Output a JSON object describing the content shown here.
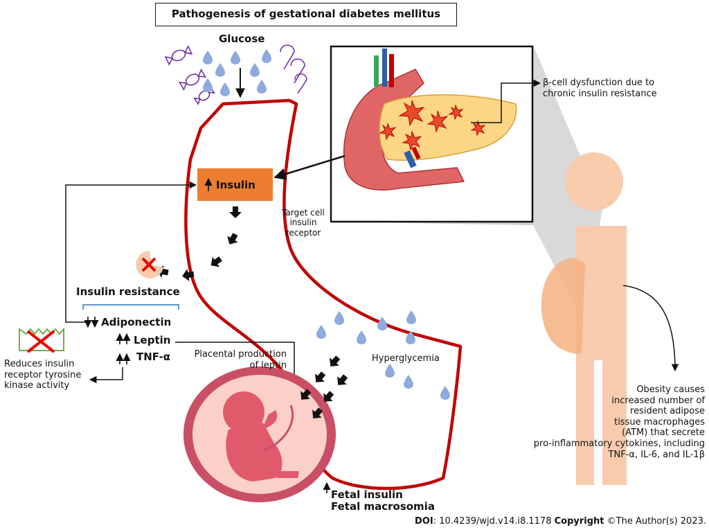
{
  "title": "Pathogenesis of gestational diabetes mellitus",
  "labels": {
    "glucose": "Glucose",
    "insulin": "Insulin",
    "insulin_resistance": "Insulin resistance",
    "adiponectin": "Adiponectin",
    "leptin": "Leptin",
    "tnf_alpha": "TNF-α",
    "target_cell_receptor": [
      "Target cell",
      "insulin",
      "receptor"
    ],
    "beta_cell": [
      "β-cell dysfunction due to",
      "chronic insulin resistance"
    ],
    "reduces_insulin": [
      "Reduces insulin",
      "receptor tyrosine",
      "kinase activity"
    ],
    "placental_production": [
      "Placental production",
      "of leptin"
    ],
    "hyperglycemia": "Hyperglycemia",
    "fetal_insulin": "Fetal insulin",
    "fetal_macrosomia": "Fetal macrosomia",
    "obesity": [
      "Obesity causes",
      "increased number of",
      "resident adipose",
      "tissue macrophages",
      "(ATM) that secrete",
      "pro-inflammatory cytokines, including",
      "TNF-α, IL-6, and IL-1β"
    ]
  },
  "footer": {
    "doi_label": "DOI",
    "doi_value": ": 10.4239/wjd.v14.i8.1178",
    "copyright_label": "Copyright",
    "copyright_value": " ©The Author(s) 2023."
  },
  "colors": {
    "vessel_outline": "#c00000",
    "insulin_box": "#ed7d31",
    "droplet": "#8faadc",
    "skin": "#f8cbad",
    "fetus": "#e05a6b",
    "pancreas": "#fcd684",
    "candy": "#7030a0"
  }
}
